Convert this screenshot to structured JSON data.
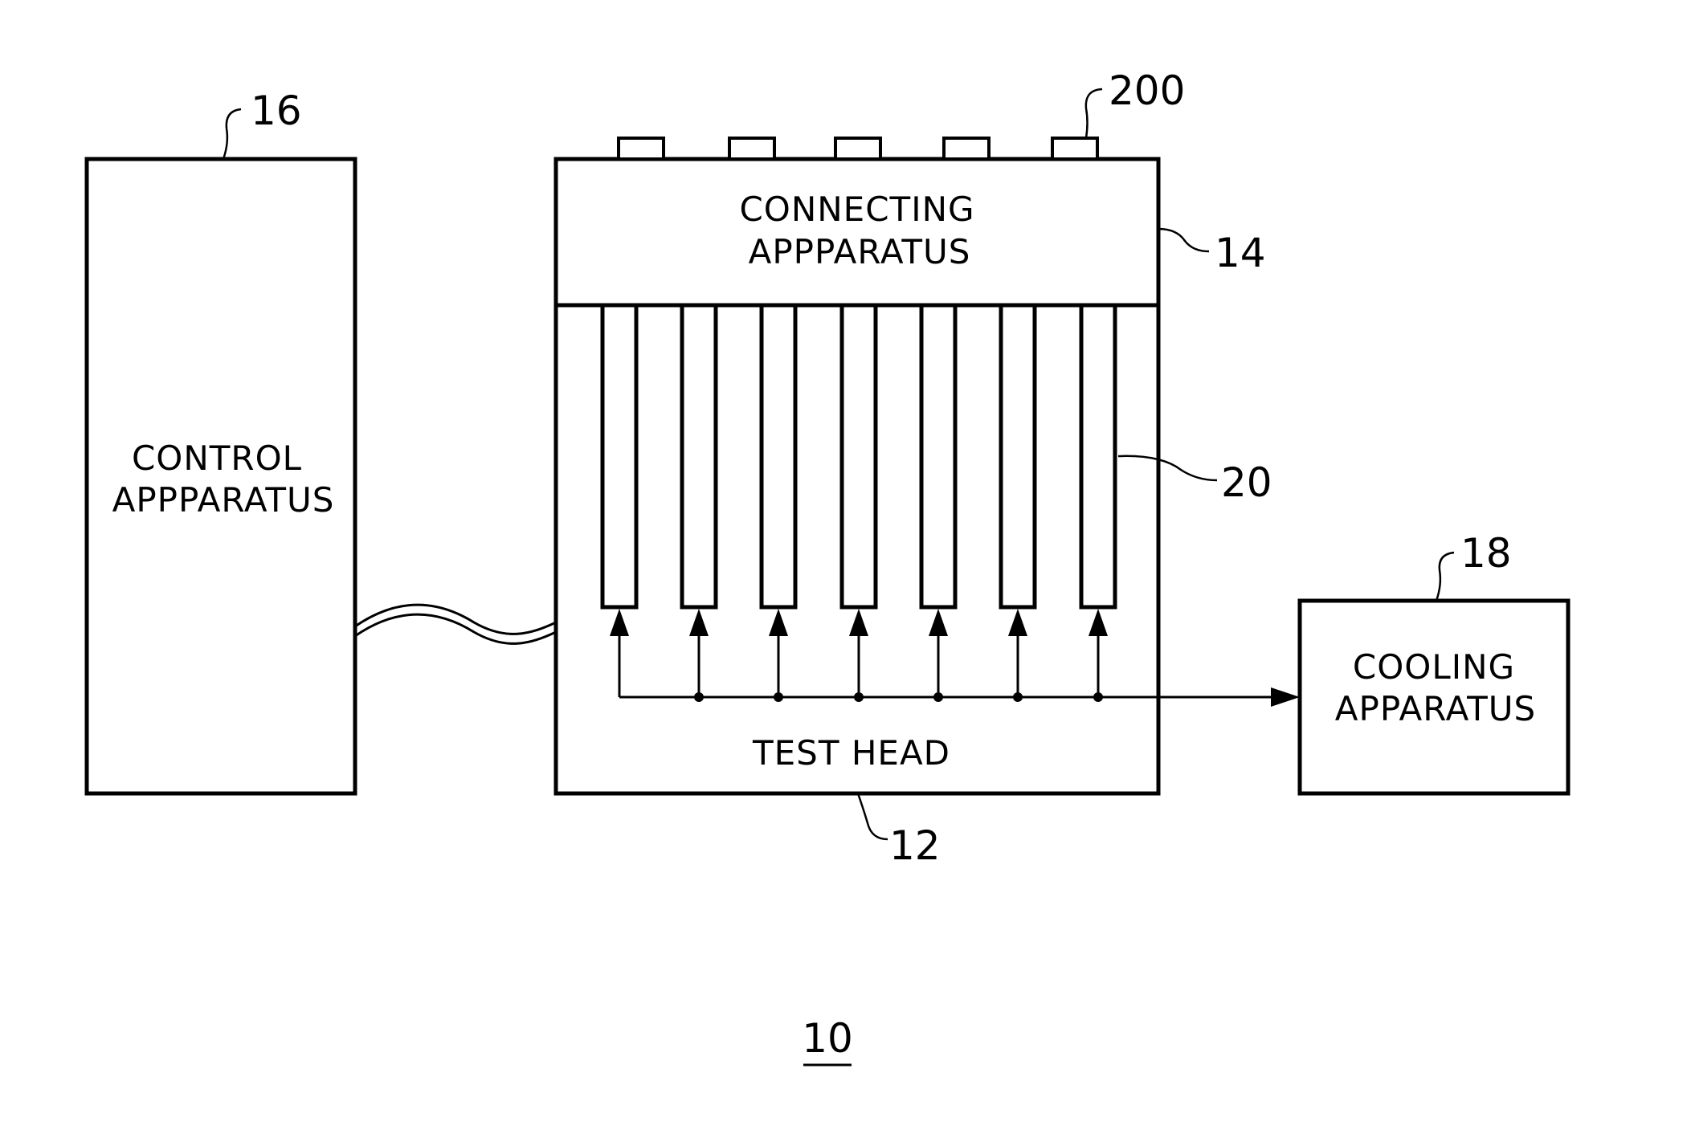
{
  "control_apparatus": {
    "label_line1": "CONTROL",
    "label_line2": "APPPARATUS",
    "ref": "16"
  },
  "test_head": {
    "label": "TEST  HEAD",
    "ref": "12"
  },
  "connecting_apparatus": {
    "label_line1": "CONNECTING",
    "label_line2": "APPPARATUS",
    "ref": "14"
  },
  "cooling_apparatus": {
    "label_line1": "COOLING",
    "label_line2": "APPARATUS",
    "ref": "18"
  },
  "pin_electronics_ref": "20",
  "socket_ref": "200",
  "figure_ref": "10",
  "pin_board_count": 7,
  "socket_count": 5
}
